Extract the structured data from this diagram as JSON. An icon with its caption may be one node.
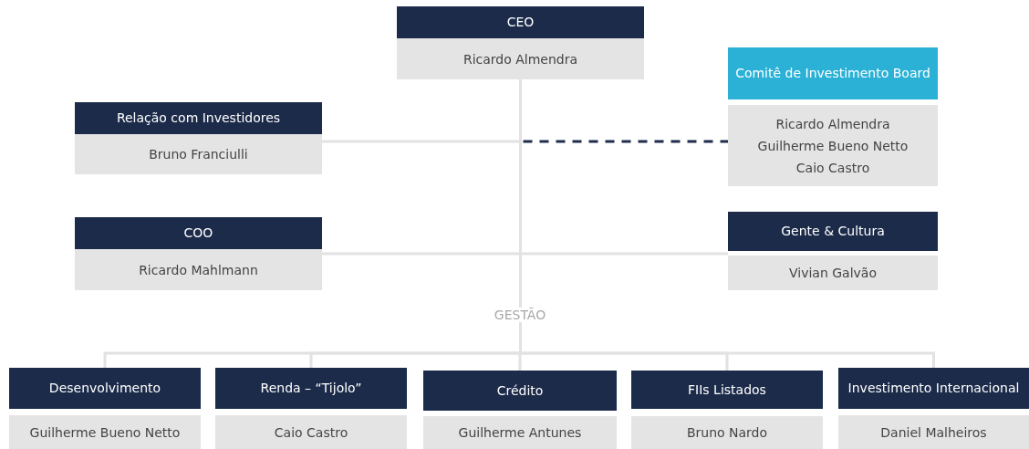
{
  "diagram": {
    "nodes": [
      {
        "text": [
          "CEO",
          "Ricardo Almendra"
        ]
      },
      {
        "text": [
          "Relação com Investidores",
          "Bruno Franciulli"
        ]
      },
      {
        "text": [
          "Comitê de Investimento Board",
          "Ricardo Almendra",
          "Guilherme Bueno Netto",
          "Caio Castro"
        ]
      },
      {
        "text": [
          "COO",
          "Ricardo Mahlmann"
        ]
      },
      {
        "text": [
          "Gente & Cultura",
          "Vivian Galvão"
        ]
      },
      {
        "text": [
          "Desenvolvimento",
          "Guilherme Bueno Netto"
        ]
      },
      {
        "text": [
          "Renda – “Tijolo”",
          "Caio Castro"
        ]
      },
      {
        "text": [
          "Crédito",
          "Guilherme Antunes"
        ]
      },
      {
        "text": [
          "FIIs Listados",
          "Bruno Nardo"
        ]
      },
      {
        "text": [
          "Investimento Internacional",
          "Daniel Malheiros"
        ]
      }
    ],
    "edges": [
      {
        "from": 0,
        "to": 1,
        "arrow": "none"
      },
      {
        "from": 0,
        "to": 2,
        "arrow": "none",
        "style": "dashed",
        "color": "#1f2d4d"
      },
      {
        "from": 0,
        "to": 3,
        "arrow": "none"
      },
      {
        "from": 0,
        "to": 4,
        "arrow": "none"
      },
      {
        "from": 0,
        "to": 5,
        "arrow": "none"
      },
      {
        "from": 0,
        "to": 6,
        "arrow": "none"
      },
      {
        "from": 0,
        "to": 7,
        "arrow": "none"
      },
      {
        "from": 0,
        "to": 8,
        "arrow": "none"
      },
      {
        "from": 0,
        "to": 9,
        "arrow": "none"
      }
    ],
    "labels": [
      "GESTÃO"
    ]
  }
}
